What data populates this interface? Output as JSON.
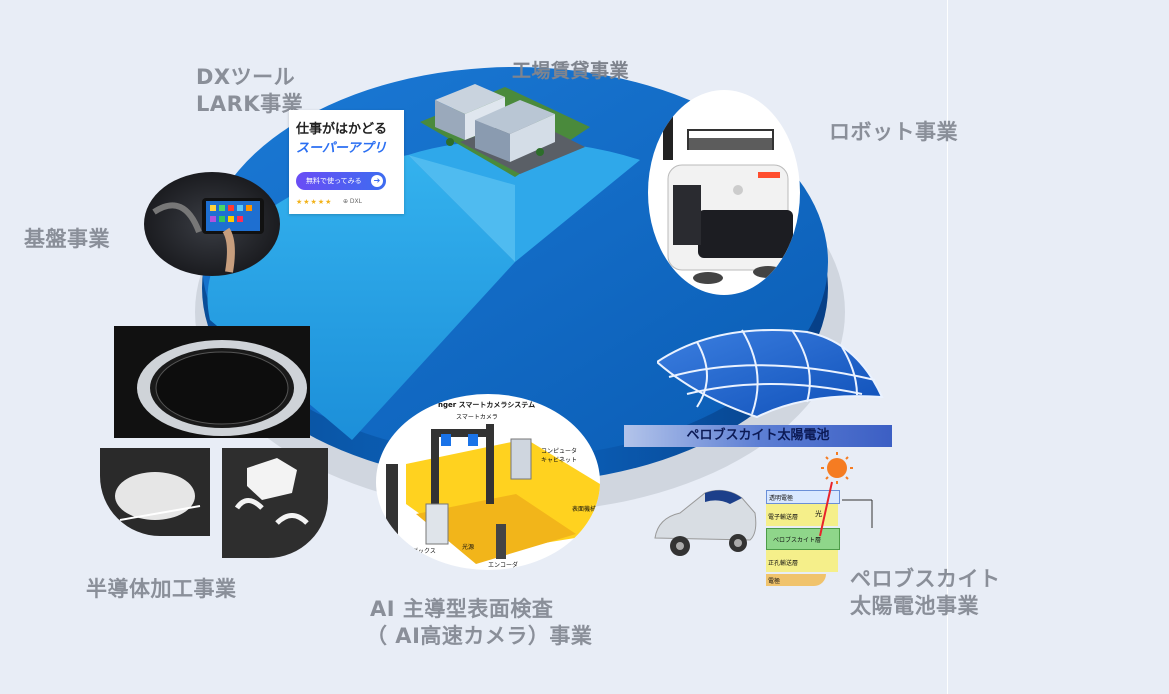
{
  "labels": {
    "dx_tool": [
      "DXツール",
      "LARK事業"
    ],
    "factory_rental": "工場賃貸事業",
    "robot": "ロボット事業",
    "platform": "基盤事業",
    "semiconductor": "半導体加工事業",
    "ai_inspection": [
      "AI 主導型表面検査",
      "（ AI高速カメラ）事業"
    ],
    "perovskite": [
      "ペロブスカイト",
      "太陽電池事業"
    ]
  },
  "dx_card": {
    "line1": "仕事がはかどる",
    "line2": "スーパーアプリ",
    "button": "無料で使ってみる",
    "stars": "★★★★★",
    "brand": "⊕ DXL"
  },
  "perovskite_banner": "ペロブスカイト太陽電池",
  "solar_layers": [
    "透明電極",
    "電子輸送層",
    "ペロブスカイト層",
    "正孔輸送層",
    "電極"
  ],
  "solar_light_label": "光",
  "camera_diagram": {
    "title": "nger スマートカメラシステム",
    "labels": [
      "スマートカメラ",
      "コンピュータ",
      "キャビネット",
      "表面機械",
      "制御ボックス",
      "光源",
      "エンコーダ"
    ]
  },
  "colors": {
    "background": "#e8edf6",
    "pie_dark": "#0f6cc8",
    "pie_light": "#2aa3e6",
    "label": "#8a8f99"
  }
}
